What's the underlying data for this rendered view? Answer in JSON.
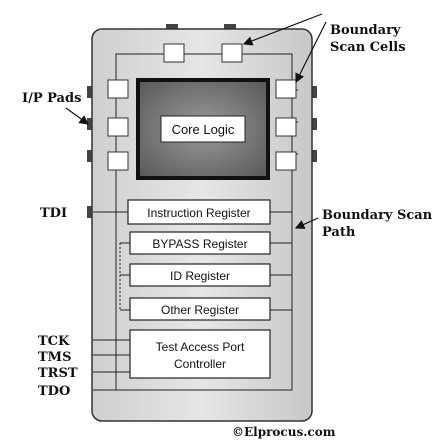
{
  "labels": {
    "boundary_scan_cells": [
      "Boundary",
      "Scan Cells"
    ],
    "ip_pads": "I/P Pads",
    "boundary_scan_path": [
      "Boundary Scan",
      "Path"
    ],
    "tdi": "TDI",
    "tck": "TCK",
    "tms": "TMS",
    "trst": "TRST",
    "tdo": "TDO",
    "watermark": "©Elprocus.com"
  },
  "blocks": {
    "core_logic": "Core Logic",
    "instruction_register": "Instruction Register",
    "bypass_register": "BYPASS Register",
    "id_register": "ID Register",
    "other_register": "Other Register",
    "tap_controller": [
      "Test Access Port",
      "Controller"
    ]
  }
}
